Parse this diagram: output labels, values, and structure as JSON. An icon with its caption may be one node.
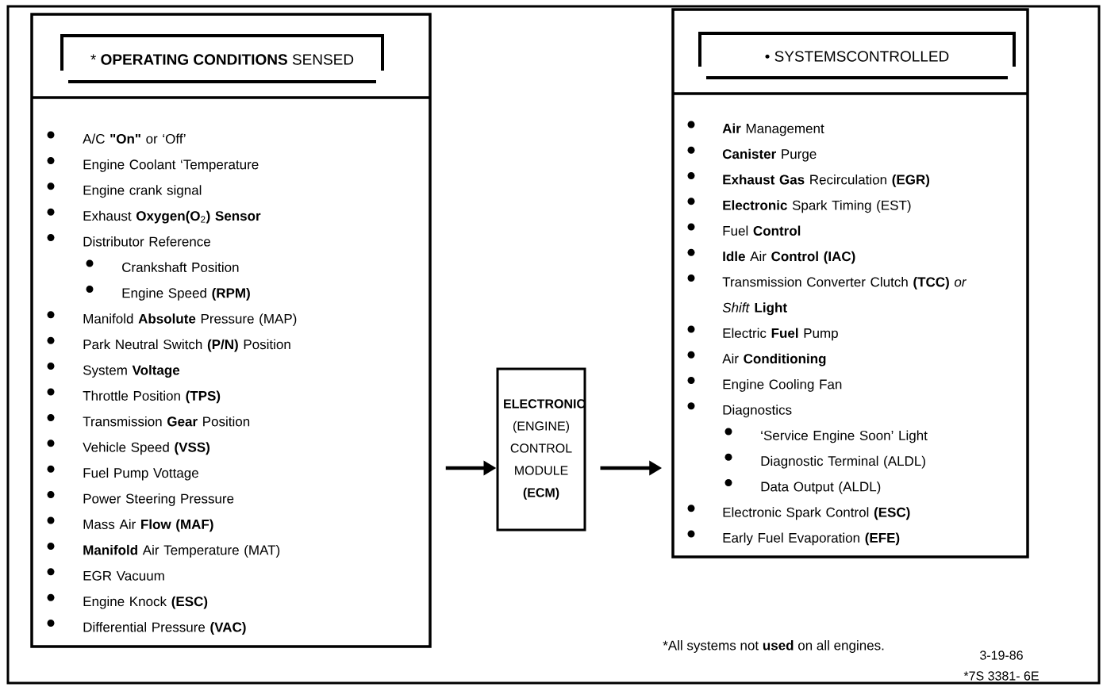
{
  "diagram": {
    "nodes": [
      {
        "text": [
          "A/C **\"On\"** or ‘Off’",
          "Engine Coolant ‘Temperature",
          "Engine crank signal",
          "Exhaust **Oxygen(O**$_{2}$**) Sensor**",
          "Distributor Reference",
          "Crankshaft Position",
          "Engine Speed **(RPM)**",
          "Manifold **Absolute** Pressure (MAP)",
          "Park Neutral Switch **(P/N)** Position",
          "System **Voltage**",
          "Throttle Position **(TPS)**",
          "Transmission **Gear** Position",
          "Vehicle Speed **(VSS)**",
          "Fuel Pump Vottage",
          "Power Steering Pressure",
          "Mass Air **Flow (MAF)**",
          "**Manifold** Air Temperature (MAT)",
          "EGR Vacuum",
          "Engine Knock **(ESC)**",
          "Differential Pressure **(VAC)**"
        ]
      },
      {
        "text": [
          "* **OPERATING CONDITIONS** SENSED"
        ],
        "in": 0
      },
      {
        "text": [
          "**ELECTRONIC** (ENGINE) CONTROL MODULE **(ECM)**"
        ]
      },
      {
        "text": [
          "**Air** Management",
          "**Canister** Purge",
          "**Exhaust Gas** Recirculation **(EGR)**",
          "**Electronic** Spark Timing (EST)",
          "Fuel **Control**",
          "**Idle** Air **Control (IAC)**",
          "Transmission Converter Clutch **(TCC)** *or Shift* **Light**",
          "Electric **Fuel** Pump",
          "Air **Conditioning**",
          "Engine Cooling Fan",
          "Diagnostics",
          "‘Service Engine Soon’ Light",
          "Diagnostic Terminal (ALDL)",
          "Data Output (ALDL)",
          "Electronic Spark Control **(ESC)**",
          "Early Fuel Evaporation **(EFE)**"
        ]
      },
      {
        "text": [
          "• SYSTEMSCONTROLLED"
        ],
        "in": 3
      }
    ],
    "edges": [
      {
        "from": 0,
        "to": 2,
        "arrow": "to"
      },
      {
        "from": 2,
        "to": 3,
        "arrow": "to"
      }
    ],
    "labels": [
      "*All systems not **used** on all engines.",
      "3-19-86",
      "*7S 3381- 6E"
    ]
  }
}
